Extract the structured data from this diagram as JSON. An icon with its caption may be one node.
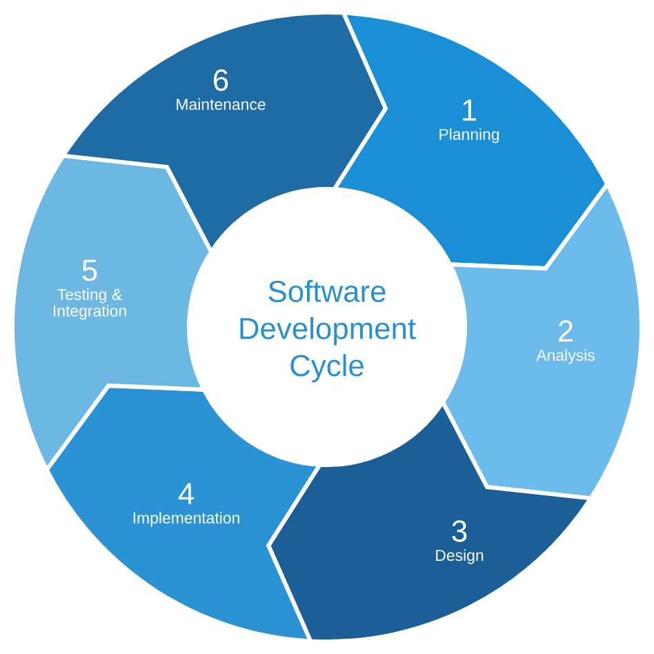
{
  "diagram": {
    "nodes": [
      {
        "text": [
          "Software Development Cycle"
        ]
      },
      {
        "text": [
          "1",
          "Planning"
        ]
      },
      {
        "text": [
          "2",
          "Analysis"
        ]
      },
      {
        "text": [
          "3",
          "Design"
        ]
      },
      {
        "text": [
          "4",
          "Implementation"
        ]
      },
      {
        "text": [
          "5",
          "Testing & Integration"
        ]
      },
      {
        "text": [
          "6",
          "Maintenance"
        ]
      }
    ]
  }
}
